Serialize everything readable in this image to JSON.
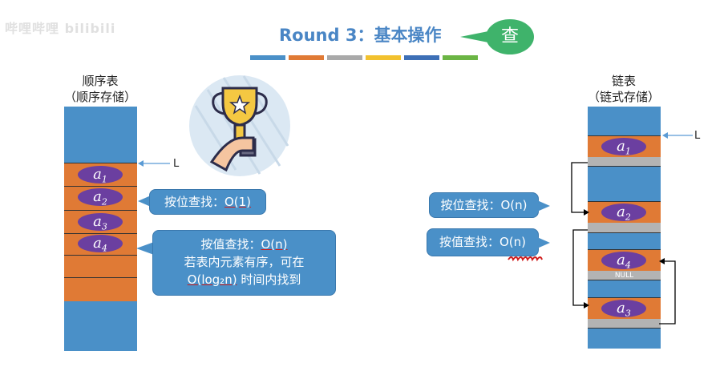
{
  "watermark": "哔哩哔哩 bilibili",
  "title": "Round 3：基本操作",
  "bubble_label": "查",
  "color_bar": [
    "#4a90c8",
    "#e07a35",
    "#a9a9a9",
    "#f2c12e",
    "#3d6fb6",
    "#6bb544"
  ],
  "left": {
    "caption_line1": "顺序表",
    "caption_line2": "（顺序存储）",
    "pointer_label": "L",
    "items": [
      {
        "base": "a",
        "sub": "1"
      },
      {
        "base": "a",
        "sub": "2"
      },
      {
        "base": "a",
        "sub": "3"
      },
      {
        "base": "a",
        "sub": "4"
      }
    ],
    "callout_pos": {
      "prefix": "按位查找：",
      "complexity": "O(1)"
    },
    "callout_val": {
      "line1_prefix": "按值查找：",
      "line1_complexity": "O(n)",
      "line2": "若表内元素有序，可在",
      "line3_complexity": "O(log₂n)",
      "line3_suffix": " 时间内找到"
    }
  },
  "right": {
    "caption_line1": "链表",
    "caption_line2": "（链式存储）",
    "pointer_label": "L",
    "callout_pos": "按位查找：O(n)",
    "callout_val": "按值查找：O(n)",
    "nodes": [
      {
        "base": "a",
        "sub": "1"
      },
      {
        "base": "a",
        "sub": "2"
      },
      {
        "base": "a",
        "sub": "4",
        "next": "NULL"
      },
      {
        "base": "a",
        "sub": "3"
      }
    ]
  },
  "icons": {
    "trophy": "trophy-hand-icon"
  },
  "colors": {
    "accent_blue": "#4a90c8",
    "orange": "#e07a35",
    "purple": "#6b3fa0",
    "green": "#3fb36b",
    "red": "#d01c1c"
  }
}
